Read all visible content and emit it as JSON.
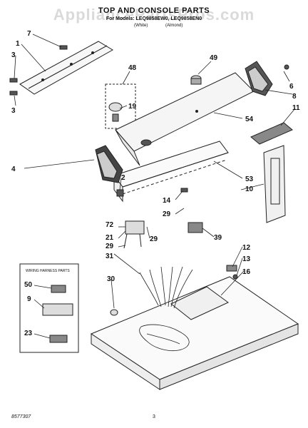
{
  "watermark": "AppliancePartsPros.com",
  "header": {
    "title": "TOP AND CONSOLE PARTS",
    "models": "For Models: LEQ9858EW0, LEQ9858EN0",
    "variant_1": "(White)",
    "variant_2": "(Almond)"
  },
  "callouts": [
    {
      "id": "7",
      "label": "7"
    },
    {
      "id": "1",
      "label": "1"
    },
    {
      "id": "3a",
      "label": "3"
    },
    {
      "id": "3b",
      "label": "3"
    },
    {
      "id": "48",
      "label": "48"
    },
    {
      "id": "19",
      "label": "19"
    },
    {
      "id": "49",
      "label": "49"
    },
    {
      "id": "6",
      "label": "6"
    },
    {
      "id": "8",
      "label": "8"
    },
    {
      "id": "54",
      "label": "54"
    },
    {
      "id": "11",
      "label": "11"
    },
    {
      "id": "4",
      "label": "4"
    },
    {
      "id": "2",
      "label": "2"
    },
    {
      "id": "53",
      "label": "53"
    },
    {
      "id": "10",
      "label": "10"
    },
    {
      "id": "14",
      "label": "14"
    },
    {
      "id": "72",
      "label": "72"
    },
    {
      "id": "29a",
      "label": "29"
    },
    {
      "id": "21",
      "label": "21"
    },
    {
      "id": "29b",
      "label": "29"
    },
    {
      "id": "39",
      "label": "39"
    },
    {
      "id": "29c",
      "label": "29"
    },
    {
      "id": "31",
      "label": "31"
    },
    {
      "id": "12",
      "label": "12"
    },
    {
      "id": "13",
      "label": "13"
    },
    {
      "id": "16",
      "label": "16"
    },
    {
      "id": "30",
      "label": "30"
    },
    {
      "id": "50",
      "label": "50"
    },
    {
      "id": "9",
      "label": "9"
    },
    {
      "id": "23",
      "label": "23"
    }
  ],
  "wiring_box": {
    "title": "WIRING HARNESS PARTS"
  },
  "footer": {
    "part_number": "8577307",
    "page": "3"
  }
}
